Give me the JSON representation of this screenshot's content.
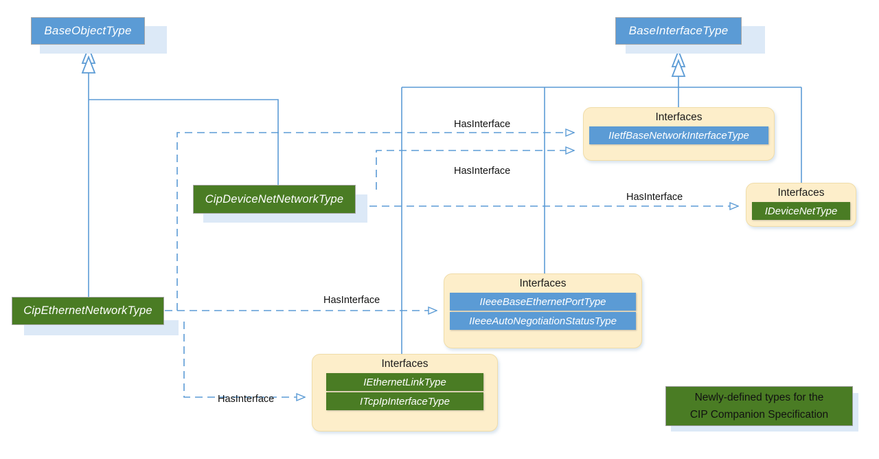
{
  "diagram": {
    "title": "CIP Companion Specification type hierarchy",
    "colors": {
      "blue_fill": "#5b9bd5",
      "green_fill": "#4a7c24",
      "interfaces_fill": "#fdeeca",
      "connector": "#5b9bd5",
      "shadow": "#dce9f7"
    }
  },
  "nodes": {
    "base_object_type": {
      "label": "BaseObjectType",
      "kind": "blue"
    },
    "base_interface_type": {
      "label": "BaseInterfaceType",
      "kind": "blue"
    },
    "cip_devicenet_network_type": {
      "label": "CipDeviceNetNetworkType",
      "kind": "green"
    },
    "cip_ethernet_network_type": {
      "label": "CipEthernetNetworkType",
      "kind": "green"
    }
  },
  "interface_groups": [
    {
      "id": "ietf-group",
      "title": "Interfaces",
      "items": [
        {
          "label": "IIetfBaseNetworkInterfaceType",
          "kind": "blue"
        }
      ]
    },
    {
      "id": "devicenet-group",
      "title": "Interfaces",
      "items": [
        {
          "label": "IDeviceNetType",
          "kind": "green"
        }
      ]
    },
    {
      "id": "ieee-group",
      "title": "Interfaces",
      "items": [
        {
          "label": "IIeeeBaseEthernetPortType",
          "kind": "blue"
        },
        {
          "label": "IIeeeAutoNegotiationStatusType",
          "kind": "blue"
        }
      ]
    },
    {
      "id": "ethernetlink-group",
      "title": "Interfaces",
      "items": [
        {
          "label": "IEthernetLinkType",
          "kind": "green"
        },
        {
          "label": "ITcpIpInterfaceType",
          "kind": "green"
        }
      ]
    }
  ],
  "edge_labels": [
    {
      "id": "hasinterface-1",
      "text": "HasInterface"
    },
    {
      "id": "hasinterface-2",
      "text": "HasInterface"
    },
    {
      "id": "hasinterface-3",
      "text": "HasInterface"
    },
    {
      "id": "hasinterface-4",
      "text": "HasInterface"
    },
    {
      "id": "hasinterface-5",
      "text": "HasInterface"
    }
  ],
  "legend": {
    "line1": "Newly-defined types for the",
    "line2": "CIP Companion Specification"
  }
}
